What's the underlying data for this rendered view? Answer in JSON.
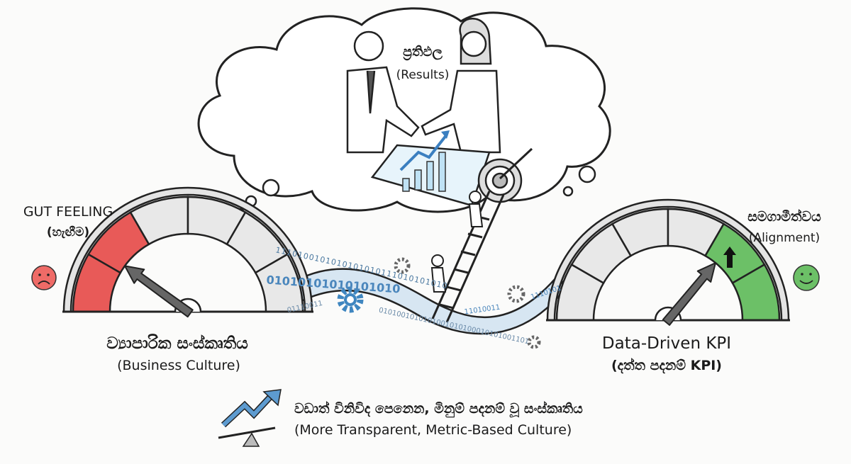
{
  "cloud": {
    "title_si": "ප්‍රතිඵල",
    "title_en": "(Results)"
  },
  "left_gauge": {
    "label_top": "GUT FEELING",
    "label_top_si": "(හැඟීම)",
    "label_si": "ව්‍යාපාරික සංස්කෘතිය",
    "label_en": "(Business Culture)",
    "needle_level": 0.2,
    "highlight_color": "#e85a58",
    "face": "sad-face-icon",
    "face_color": "#ef6b67"
  },
  "right_gauge": {
    "label_top_si": "සමගාමීත්වය",
    "label_top_en": "(Alignment)",
    "label_en": "Data-Driven KPI",
    "label_si": "(දත්ත පදනම් KPI)",
    "needle_level": 0.72,
    "highlight_color": "#6cc067",
    "face": "happy-face-icon",
    "face_color": "#6cc067"
  },
  "binary": [
    "1110100101010101010111010101010",
    "01010101010101010",
    "01110011",
    "0101001010101001010100010101001101",
    "11010011",
    "1110101"
  ],
  "footer": {
    "text_si": "වඩාත් විනිවිද පෙනෙන, මිනුම් පදනම් වූ සංස්කෘතිය",
    "text_en": "(More Transparent, Metric-Based Culture)",
    "accent_color": "#5d9bd0"
  }
}
